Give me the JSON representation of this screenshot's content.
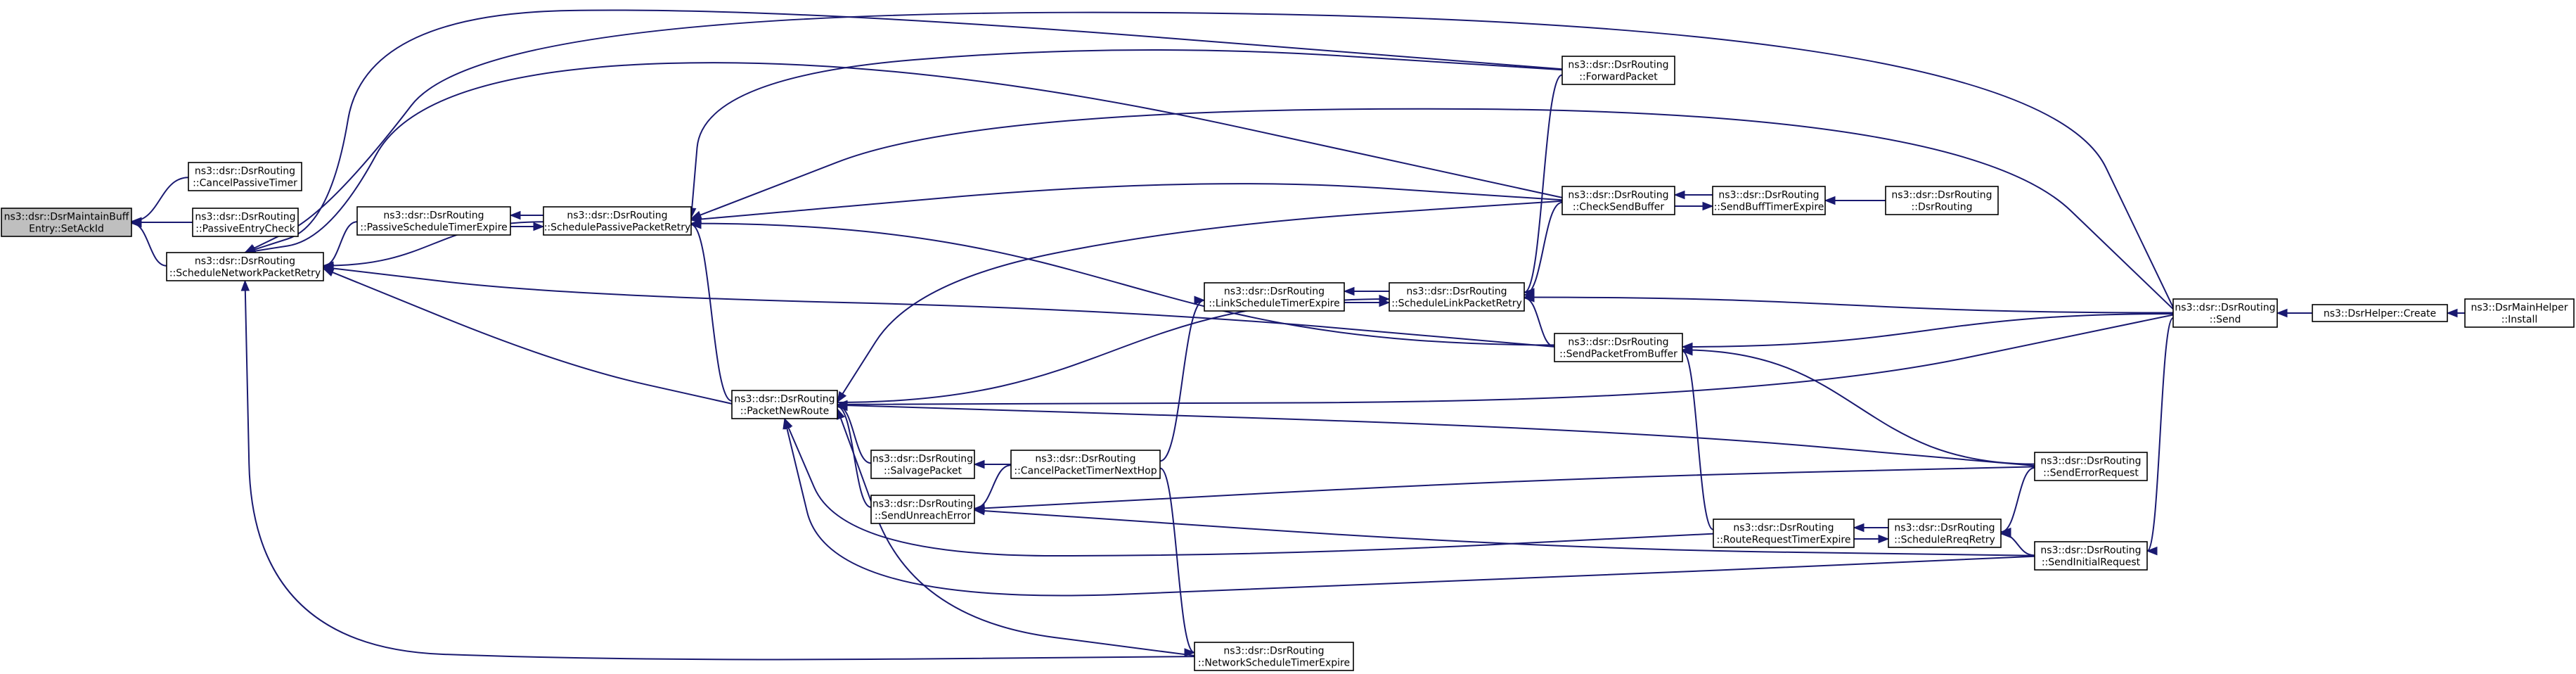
{
  "nodes": [
    {
      "id": "setackid",
      "lines": [
        "ns3::dsr::DsrMaintainBuff",
        "Entry::SetAckId"
      ],
      "focus": true
    },
    {
      "id": "cancelpassive",
      "lines": [
        "ns3::dsr::DsrRouting",
        "::CancelPassiveTimer"
      ]
    },
    {
      "id": "passiveentry",
      "lines": [
        "ns3::dsr::DsrRouting",
        "::PassiveEntryCheck"
      ]
    },
    {
      "id": "schednetretry",
      "lines": [
        "ns3::dsr::DsrRouting",
        "::ScheduleNetworkPacketRetry"
      ]
    },
    {
      "id": "passiveschedexp",
      "lines": [
        "ns3::dsr::DsrRouting",
        "::PassiveScheduleTimerExpire"
      ]
    },
    {
      "id": "schedpassiveretry",
      "lines": [
        "ns3::dsr::DsrRouting",
        "::SchedulePassivePacketRetry"
      ]
    },
    {
      "id": "packetnewroute",
      "lines": [
        "ns3::dsr::DsrRouting",
        "::PacketNewRoute"
      ]
    },
    {
      "id": "salvage",
      "lines": [
        "ns3::dsr::DsrRouting",
        "::SalvagePacket"
      ]
    },
    {
      "id": "sendunreach",
      "lines": [
        "ns3::dsr::DsrRouting",
        "::SendUnreachError"
      ]
    },
    {
      "id": "cancelnexthop",
      "lines": [
        "ns3::dsr::DsrRouting",
        "::CancelPacketTimerNextHop"
      ]
    },
    {
      "id": "linkschedexp",
      "lines": [
        "ns3::dsr::DsrRouting",
        "::LinkScheduleTimerExpire"
      ]
    },
    {
      "id": "netschedexp",
      "lines": [
        "ns3::dsr::DsrRouting",
        "::NetworkScheduleTimerExpire"
      ]
    },
    {
      "id": "schedlinkretry",
      "lines": [
        "ns3::dsr::DsrRouting",
        "::ScheduleLinkPacketRetry"
      ]
    },
    {
      "id": "forward",
      "lines": [
        "ns3::dsr::DsrRouting",
        "::ForwardPacket"
      ]
    },
    {
      "id": "checksend",
      "lines": [
        "ns3::dsr::DsrRouting",
        "::CheckSendBuffer"
      ]
    },
    {
      "id": "sendfrombuffer",
      "lines": [
        "ns3::dsr::DsrRouting",
        "::SendPacketFromBuffer"
      ]
    },
    {
      "id": "rreqexpire",
      "lines": [
        "ns3::dsr::DsrRouting",
        "::RouteRequestTimerExpire"
      ]
    },
    {
      "id": "sendbuffexpire",
      "lines": [
        "ns3::dsr::DsrRouting",
        "::SendBuffTimerExpire"
      ]
    },
    {
      "id": "ctor",
      "lines": [
        "ns3::dsr::DsrRouting",
        "::DsrRouting"
      ]
    },
    {
      "id": "schedrreqretry",
      "lines": [
        "ns3::dsr::DsrRouting",
        "::ScheduleRreqRetry"
      ]
    },
    {
      "id": "senderrreq",
      "lines": [
        "ns3::dsr::DsrRouting",
        "::SendErrorRequest"
      ]
    },
    {
      "id": "sendinitial",
      "lines": [
        "ns3::dsr::DsrRouting",
        "::SendInitialRequest"
      ]
    },
    {
      "id": "send",
      "lines": [
        "ns3::dsr::DsrRouting",
        "::Send"
      ]
    },
    {
      "id": "helpercreate",
      "lines": [
        "ns3::DsrHelper::Create"
      ]
    },
    {
      "id": "install",
      "lines": [
        "ns3::DsrMainHelper",
        "::Install"
      ]
    }
  ],
  "edges": [
    [
      "cancelpassive",
      "setackid"
    ],
    [
      "passiveentry",
      "setackid"
    ],
    [
      "schednetretry",
      "setackid"
    ],
    [
      "passiveschedexp",
      "schednetretry"
    ],
    [
      "schedpassiveretry",
      "schednetretry"
    ],
    [
      "packetnewroute",
      "schednetretry"
    ],
    [
      "netschedexp",
      "schednetretry"
    ],
    [
      "forward",
      "schednetretry"
    ],
    [
      "checksend",
      "schednetretry"
    ],
    [
      "send",
      "schednetretry"
    ],
    [
      "sendfrombuffer",
      "schednetretry"
    ],
    [
      "schedpassiveretry",
      "passiveschedexp"
    ],
    [
      "passiveschedexp",
      "schedpassiveretry"
    ],
    [
      "forward",
      "schedpassiveretry"
    ],
    [
      "checksend",
      "schedpassiveretry"
    ],
    [
      "send",
      "schedpassiveretry"
    ],
    [
      "sendfrombuffer",
      "schedpassiveretry"
    ],
    [
      "packetnewroute",
      "schedpassiveretry"
    ],
    [
      "schedlinkretry",
      "linkschedexp"
    ],
    [
      "linkschedexp",
      "schedlinkretry"
    ],
    [
      "packetnewroute",
      "schedlinkretry"
    ],
    [
      "forward",
      "schedlinkretry"
    ],
    [
      "checksend",
      "schedlinkretry"
    ],
    [
      "send",
      "schedlinkretry"
    ],
    [
      "sendfrombuffer",
      "schedlinkretry"
    ],
    [
      "cancelnexthop",
      "linkschedexp"
    ],
    [
      "cancelnexthop",
      "netschedexp"
    ],
    [
      "salvage",
      "packetnewroute"
    ],
    [
      "sendunreach",
      "packetnewroute"
    ],
    [
      "netschedexp",
      "packetnewroute"
    ],
    [
      "send",
      "packetnewroute"
    ],
    [
      "senderrreq",
      "packetnewroute"
    ],
    [
      "rreqexpire",
      "packetnewroute"
    ],
    [
      "sendinitial",
      "packetnewroute"
    ],
    [
      "checksend",
      "packetnewroute"
    ],
    [
      "cancelnexthop",
      "salvage"
    ],
    [
      "cancelnexthop",
      "sendunreach"
    ],
    [
      "senderrreq",
      "sendunreach"
    ],
    [
      "sendinitial",
      "sendunreach"
    ],
    [
      "sendbuffexpire",
      "checksend"
    ],
    [
      "checksend",
      "sendbuffexpire"
    ],
    [
      "ctor",
      "sendbuffexpire"
    ],
    [
      "send",
      "sendfrombuffer"
    ],
    [
      "senderrreq",
      "sendfrombuffer"
    ],
    [
      "rreqexpire",
      "sendfrombuffer"
    ],
    [
      "schedrreqretry",
      "rreqexpire"
    ],
    [
      "rreqexpire",
      "schedrreqretry"
    ],
    [
      "senderrreq",
      "schedrreqretry"
    ],
    [
      "sendinitial",
      "schedrreqretry"
    ],
    [
      "send",
      "sendinitial"
    ],
    [
      "helpercreate",
      "send"
    ],
    [
      "install",
      "helpercreate"
    ]
  ]
}
